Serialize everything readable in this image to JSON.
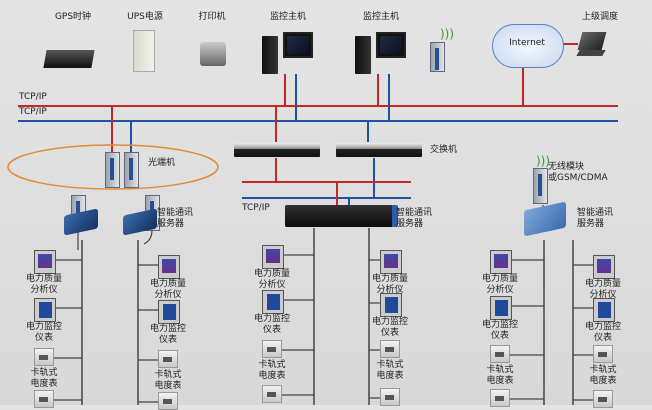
{
  "top_devices": {
    "gps": "GPS时钟",
    "ups": "UPS电源",
    "printer": "打印机",
    "host1": "监控主机",
    "host2": "监控主机",
    "upper_dispatch": "上级调度",
    "internet": "Internet"
  },
  "bus_labels": {
    "main_red": "TCP/IP",
    "main_blue": "TCP/IP",
    "secondary": "TCP/IP"
  },
  "optical": "光端机",
  "switch": "交换机",
  "wireless": "无线模块\n或GSM/CDMA",
  "server_labels": {
    "left": "智能通讯\n服务器",
    "center": "智能通讯\n服务器",
    "right": "智能通讯\n服务器"
  },
  "columns": [
    {
      "items": [
        "电力质量\n分析仪",
        "电力监控\n仪表",
        "卡轨式\n电度表",
        ""
      ]
    },
    {
      "items": [
        "电力质量\n分析仪",
        "电力监控\n仪表",
        "卡轨式\n电度表",
        ""
      ]
    },
    {
      "items": [
        "电力质量\n分析仪",
        "电力监控\n仪表",
        "卡轨式\n电度表",
        ""
      ]
    },
    {
      "items": [
        "电力质量\n分析仪",
        "电力监控\n仪表",
        "卡轨式\n电度表",
        ""
      ]
    },
    {
      "items": [
        "电力质量\n分析仪",
        "电力监控\n仪表",
        "卡轨式\n电度表",
        ""
      ]
    },
    {
      "items": [
        "电力质量\n分析仪",
        "电力监控\n仪表",
        "卡轨式\n电度表",
        ""
      ]
    }
  ],
  "colors": {
    "red_bus": "#c0282a",
    "blue_bus": "#2050a0",
    "ring": "#e08a3a",
    "device_line": "#444444"
  }
}
